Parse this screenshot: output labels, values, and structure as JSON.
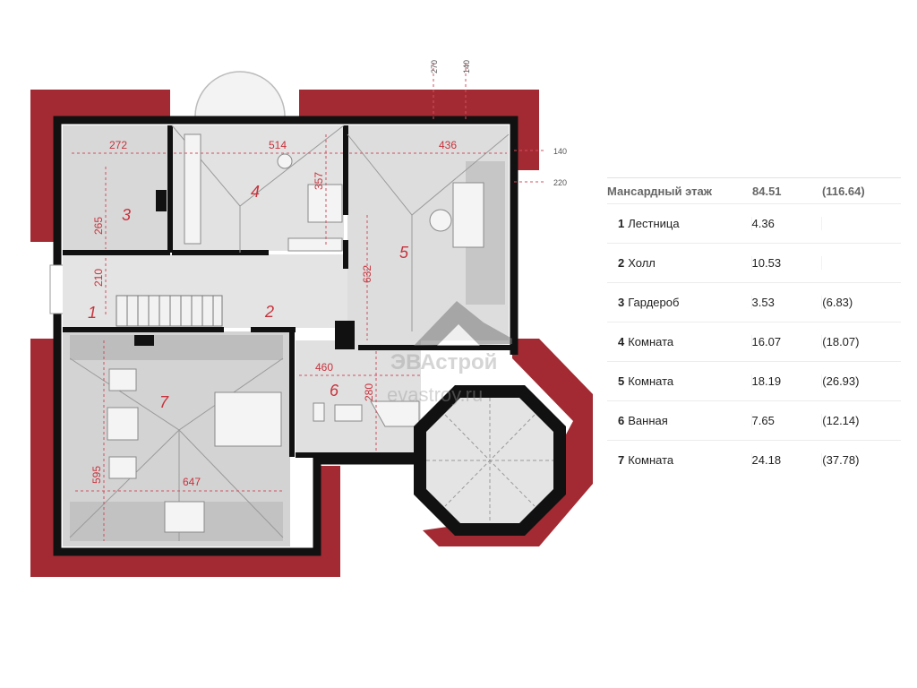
{
  "plan": {
    "room_numbers": [
      "1",
      "2",
      "3",
      "4",
      "5",
      "6",
      "7"
    ],
    "dimensions": [
      "272",
      "514",
      "436",
      "357",
      "265",
      "210",
      "632",
      "460",
      "280",
      "595",
      "647"
    ],
    "small_dims": [
      "270",
      "140",
      "140",
      "220"
    ],
    "watermark": {
      "brand": "ЭВАстрой",
      "site": "evastroy.ru"
    },
    "colors": {
      "roof": "#a32a32",
      "wall": "#111111",
      "floor": "#dcdcdc",
      "floor_dark": "#b9b9b9",
      "dim_text": "#c8323c"
    }
  },
  "areas": {
    "floor_label": "Мансардный этаж",
    "total": "84.51",
    "total_extra": "(116.64)",
    "rooms": [
      {
        "num": "1",
        "name": "Лестница",
        "area": "4.36",
        "extra": ""
      },
      {
        "num": "2",
        "name": "Холл",
        "area": "10.53",
        "extra": ""
      },
      {
        "num": "3",
        "name": "Гардероб",
        "area": "3.53",
        "extra": "(6.83)"
      },
      {
        "num": "4",
        "name": "Комната",
        "area": "16.07",
        "extra": "(18.07)"
      },
      {
        "num": "5",
        "name": "Комната",
        "area": "18.19",
        "extra": "(26.93)"
      },
      {
        "num": "6",
        "name": "Ванная",
        "area": "7.65",
        "extra": "(12.14)"
      },
      {
        "num": "7",
        "name": "Комната",
        "area": "24.18",
        "extra": "(37.78)"
      }
    ]
  }
}
